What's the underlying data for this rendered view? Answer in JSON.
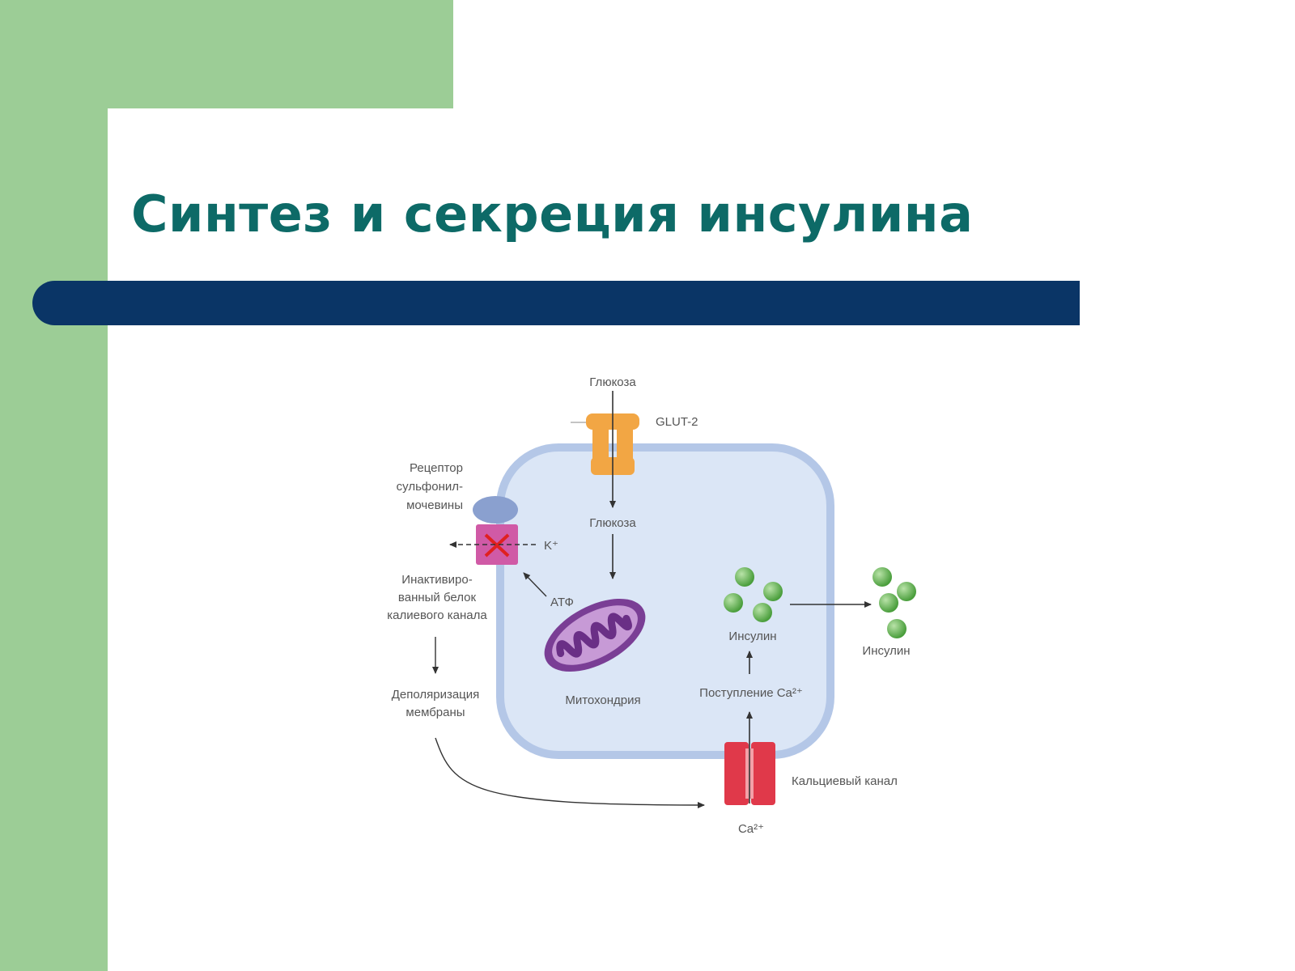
{
  "slide": {
    "title": "Синтез и секреция инсулина"
  },
  "diagram": {
    "glucose_outside": "Глюкоза",
    "glut2": "GLUT-2",
    "glucose_inside": "Глюкоза",
    "receptor": [
      "Рецептор",
      "сульфонил-",
      "мочевины"
    ],
    "k_plus": "K⁺",
    "atp": "АТФ",
    "inactivated": [
      "Инактивиро-",
      "ванный белок",
      "калиевого канала"
    ],
    "depolarization": [
      "Деполяризация",
      "мембраны"
    ],
    "mitochondria": "Митохондрия",
    "insulin_inside": "Инсулин",
    "insulin_outside": "Инсулин",
    "ca_influx": "Поступление Ca²⁺",
    "calcium_channel": "Кальциевый канал",
    "ca_ion": "Ca²⁺"
  },
  "colors": {
    "title": "#0d6a67",
    "bar": "#0a3566",
    "green": "#9ccd96",
    "cell_fill": "#dbe6f6",
    "cell_border": "#b4c7e7",
    "glut": "#f2a644",
    "channel_pink": "#d05aa6",
    "receptor_blue": "#8aa0cf",
    "mito": "#7a3e95",
    "insulin": "#5fb84e",
    "calcium": "#e0394a"
  }
}
